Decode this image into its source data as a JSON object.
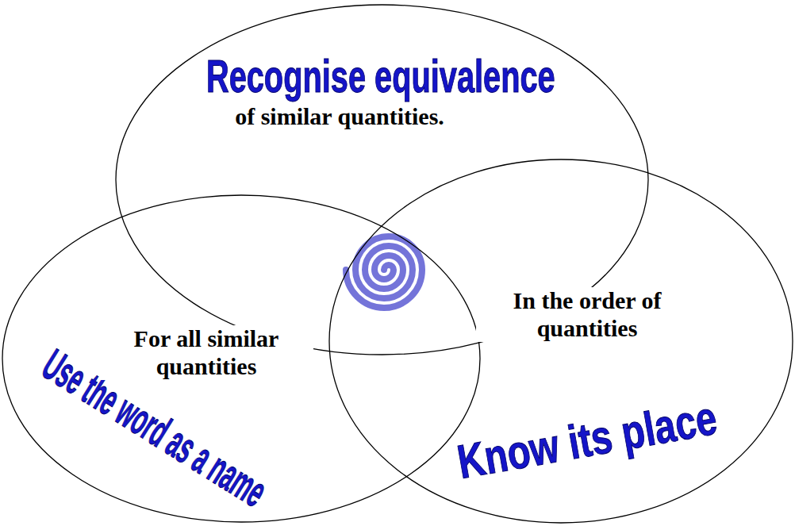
{
  "diagram": {
    "nodes": [
      {
        "text": [
          "Recognise equivalence",
          "of similar quantities."
        ]
      },
      {
        "text": [
          "Use the word as a name",
          "For all similar quantities"
        ]
      },
      {
        "text": [
          "Know its place",
          "In the order of quantities"
        ]
      }
    ]
  }
}
